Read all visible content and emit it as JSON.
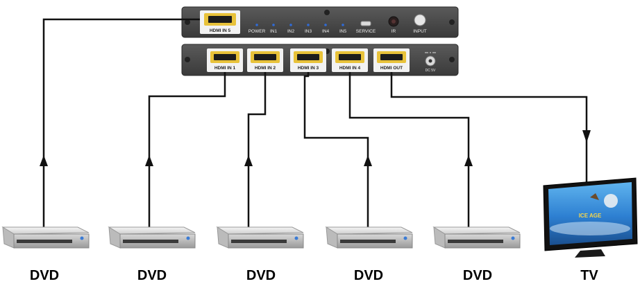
{
  "front_panel": {
    "hdmi_in5": "HDMI IN 5",
    "leds": [
      "POWER",
      "IN1",
      "IN2",
      "IN3",
      "IN4",
      "IN5"
    ],
    "service": "SERVICE",
    "ir": "IR",
    "input": "INPUT"
  },
  "rear_panel": {
    "ports": [
      "HDMI IN 1",
      "HDMI IN 2",
      "HDMI IN 3",
      "HDMI IN 4",
      "HDMI OUT"
    ],
    "dc": "DC 5V"
  },
  "devices": [
    "DVD",
    "DVD",
    "DVD",
    "DVD",
    "DVD",
    "TV"
  ],
  "tv_screen_text": "ICE AGE",
  "colors": {
    "panel": "#4a4a4a",
    "cable": "#111111",
    "port_gold": "#e8c23a",
    "led_blue": "#2f6bd8",
    "screen_blue": "#2d7fd1"
  }
}
